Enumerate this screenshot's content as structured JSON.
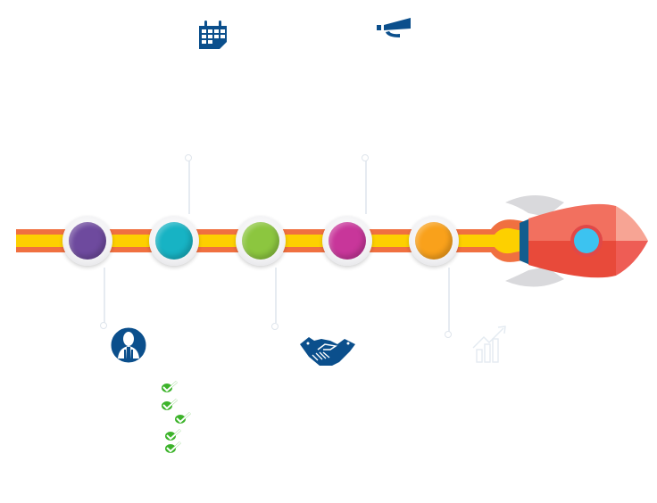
{
  "title": "",
  "colors": {
    "track_outer": "#f07040",
    "track_inner": "#fdd000",
    "icon_blue": "#0b4f8c",
    "check_green": "#3cb32a",
    "rocket_body_top": "#f2705f",
    "rocket_body_bottom": "#e84a3a",
    "rocket_nose": "#f7a494",
    "rocket_window": "#3cc3f0",
    "rocket_fin": "#d9d9dc",
    "rocket_band": "#135d8e"
  },
  "timeline": {
    "milestones": [
      {
        "id": 1,
        "color": "#6e4a9e",
        "connector": "down",
        "icon": "businessman-icon"
      },
      {
        "id": 2,
        "color": "#17b3c4",
        "connector": "up",
        "icon": "calendar-icon"
      },
      {
        "id": 3,
        "color": "#8cc63f",
        "connector": "down",
        "icon": "handshake-icon"
      },
      {
        "id": 4,
        "color": "#c8369a",
        "connector": "up",
        "icon": "telescope-icon"
      },
      {
        "id": 5,
        "color": "#f9a11b",
        "connector": "down",
        "icon": "growth-chart-icon"
      }
    ]
  },
  "checklist": {
    "count": 5,
    "icon": "checkmark-icon"
  }
}
